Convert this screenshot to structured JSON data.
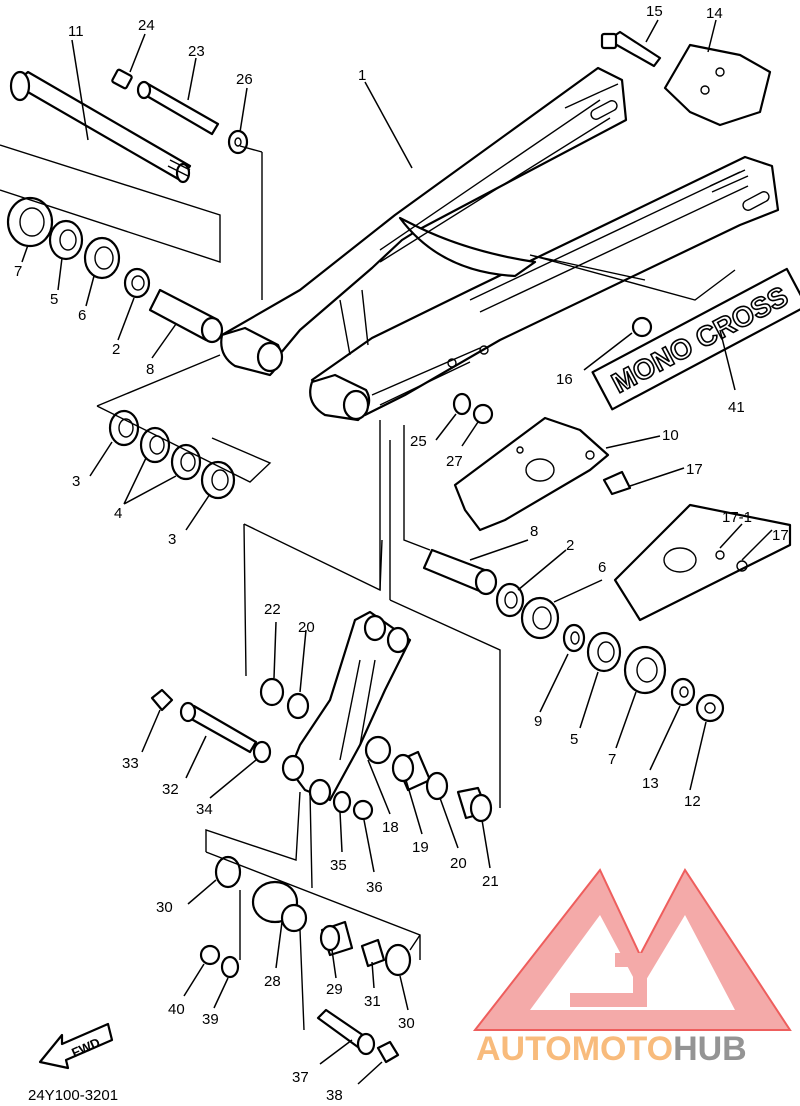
{
  "diagram_code": "24Y100-3201",
  "fwd_label": "FWD",
  "decal_text": "MONO CROSS",
  "watermark": {
    "part1": "AUTOMOTO",
    "part2": "HUB",
    "accent": "#e8211f",
    "gray": "#6b6b6b",
    "orange": "#f6a24a"
  },
  "callouts": [
    {
      "id": "c11",
      "text": "11"
    },
    {
      "id": "c24",
      "text": "24"
    },
    {
      "id": "c23",
      "text": "23"
    },
    {
      "id": "c26",
      "text": "26"
    },
    {
      "id": "c1",
      "text": "1"
    },
    {
      "id": "c15",
      "text": "15"
    },
    {
      "id": "c14",
      "text": "14"
    },
    {
      "id": "c7a",
      "text": "7"
    },
    {
      "id": "c5a",
      "text": "5"
    },
    {
      "id": "c6a",
      "text": "6"
    },
    {
      "id": "c2a",
      "text": "2"
    },
    {
      "id": "c8a",
      "text": "8"
    },
    {
      "id": "c16",
      "text": "16"
    },
    {
      "id": "c41",
      "text": "41"
    },
    {
      "id": "c3a",
      "text": "3"
    },
    {
      "id": "c4",
      "text": "4"
    },
    {
      "id": "c3b",
      "text": "3"
    },
    {
      "id": "c25",
      "text": "25"
    },
    {
      "id": "c27",
      "text": "27"
    },
    {
      "id": "c10",
      "text": "10"
    },
    {
      "id": "c17a",
      "text": "17"
    },
    {
      "id": "c8b",
      "text": "8"
    },
    {
      "id": "c2b",
      "text": "2"
    },
    {
      "id": "c6b",
      "text": "6"
    },
    {
      "id": "c17-1",
      "text": "17-1"
    },
    {
      "id": "c17b",
      "text": "17"
    },
    {
      "id": "c22",
      "text": "22"
    },
    {
      "id": "c20a",
      "text": "20"
    },
    {
      "id": "c9",
      "text": "9"
    },
    {
      "id": "c5b",
      "text": "5"
    },
    {
      "id": "c7b",
      "text": "7"
    },
    {
      "id": "c13",
      "text": "13"
    },
    {
      "id": "c12",
      "text": "12"
    },
    {
      "id": "c33",
      "text": "33"
    },
    {
      "id": "c32",
      "text": "32"
    },
    {
      "id": "c34",
      "text": "34"
    },
    {
      "id": "c18",
      "text": "18"
    },
    {
      "id": "c19",
      "text": "19"
    },
    {
      "id": "c20b",
      "text": "20"
    },
    {
      "id": "c21",
      "text": "21"
    },
    {
      "id": "c35",
      "text": "35"
    },
    {
      "id": "c36",
      "text": "36"
    },
    {
      "id": "c30a",
      "text": "30"
    },
    {
      "id": "c28",
      "text": "28"
    },
    {
      "id": "c29",
      "text": "29"
    },
    {
      "id": "c31",
      "text": "31"
    },
    {
      "id": "c30b",
      "text": "30"
    },
    {
      "id": "c40",
      "text": "40"
    },
    {
      "id": "c39",
      "text": "39"
    },
    {
      "id": "c37",
      "text": "37"
    },
    {
      "id": "c38",
      "text": "38"
    }
  ]
}
